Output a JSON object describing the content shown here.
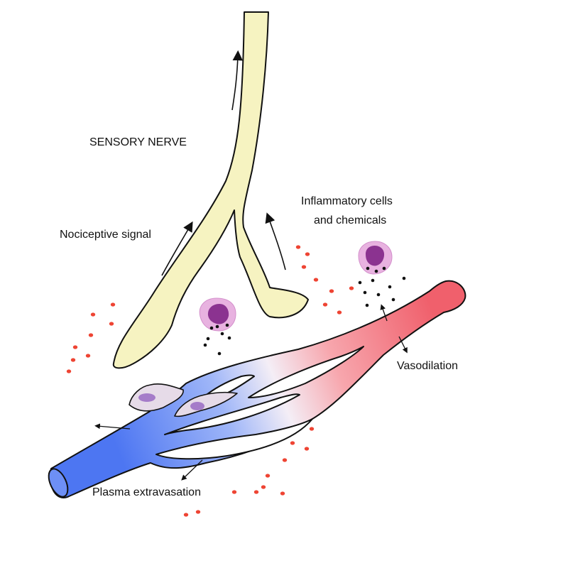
{
  "labels": {
    "sensory_nerve": "SENSORY NERVE",
    "nociceptive_signal": "Nociceptive signal",
    "inflammatory_line1": "Inflammatory cells",
    "inflammatory_line2": "and chemicals",
    "vasodilation": "Vasodilation",
    "plasma_extravasation": "Plasma extravasation"
  },
  "colors": {
    "nerve_fill": "#f6f3c1",
    "vessel_blue": "#5b82f5",
    "vessel_red": "#f06470",
    "vessel_white": "#f7f0f6",
    "cell_outer": "#e8b2e0",
    "cell_inner": "#8b3390",
    "red_dots": "#ee4433",
    "black_dots": "#111111",
    "outline": "#111111"
  },
  "icons": [
    "up-arrow-icon",
    "small-arrow-icon"
  ]
}
